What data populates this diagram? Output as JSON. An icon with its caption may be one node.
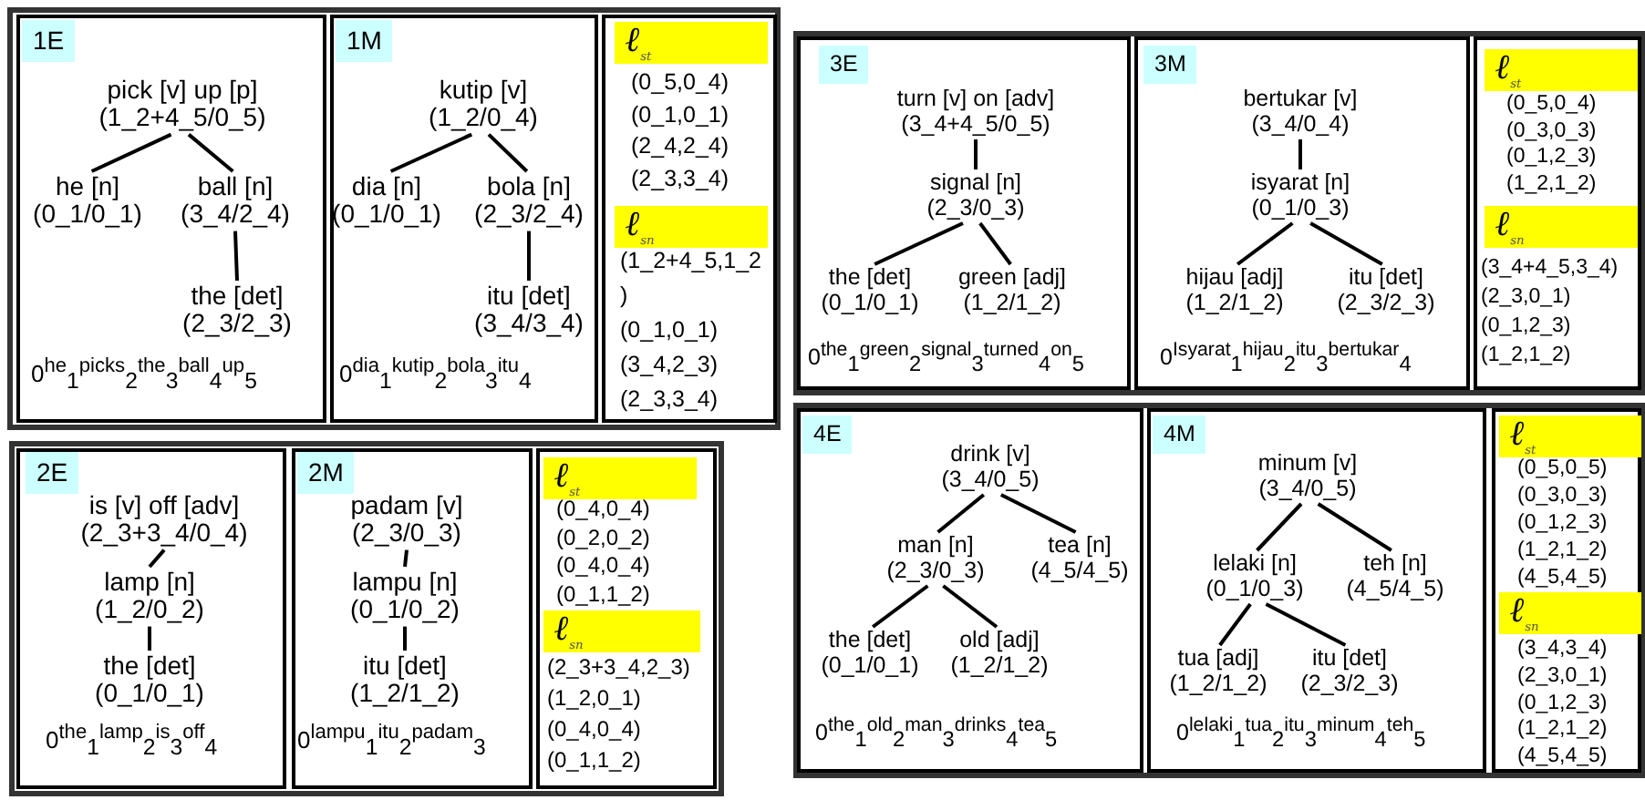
{
  "diagram": {
    "nodes": [
      {
        "text": [],
        "shape": "box"
      },
      {
        "text": [
          "0$^{he}$$_{1}$$^{picks}$$_{2}$$^{the}$$_{3}$$^{ball}$$_{4}$$^{up}$$_{5}$"
        ],
        "in": 0
      },
      {
        "text": [
          "1E"
        ],
        "in": 1
      },
      {
        "text": [
          "pick [v] up [p]",
          "(1_2+4_5/0_5)"
        ],
        "in": 1
      },
      {
        "text": [
          "he [n]",
          "(0_1/0_1)"
        ],
        "in": 1
      },
      {
        "text": [
          "ball [n]",
          "(3_4/2_4)"
        ],
        "in": 1
      },
      {
        "text": [
          "the [det]",
          "(2_3/2_3)"
        ],
        "in": 1
      },
      {
        "text": [
          "0$^{dia}$$_{1}$$^{kutip}$$_{2}$$^{bola}$$_{3}$$^{itu}$$_{4}$"
        ],
        "in": 0
      },
      {
        "text": [
          "1M"
        ],
        "in": 7
      },
      {
        "text": [
          "kutip [v]",
          "(1_2/0_4)"
        ],
        "in": 7
      },
      {
        "text": [
          "dia [n]",
          "(0_1/0_1)"
        ],
        "in": 7
      },
      {
        "text": [
          "bola [n]",
          "(2_3/2_4)"
        ],
        "in": 7
      },
      {
        "text": [
          "itu [det]",
          "(3_4/3_4)"
        ],
        "in": 7
      },
      {
        "text": [],
        "shape": "box",
        "in": 0
      },
      {
        "text": [
          "ℓ$_{st}$"
        ],
        "in": 13,
        "beside": [
          "(0_5,0_4)",
          "(0_1,0_1)",
          "(2_4,2_4)",
          "(2_3,3_4)"
        ]
      },
      {
        "text": [
          "ℓ$_{sn}$"
        ],
        "in": 13,
        "beside": [
          "(1_2+4_5,1_2 )",
          "(0_1,0_1)",
          "(3_4,2_3)",
          "(2_3,3_4)"
        ]
      },
      {
        "text": [],
        "shape": "box"
      },
      {
        "text": [
          "0$^{the}$$_{1}$$^{green}$$_{2}$$^{signal}$$_{3}$$^{turned}$$_{4}$$^{on}$$_{5}$"
        ],
        "in": 16
      },
      {
        "text": [
          "3E"
        ],
        "in": 17
      },
      {
        "text": [
          "turn [v] on [adv]",
          "(3_4+4_5/0_5)"
        ],
        "in": 17
      },
      {
        "text": [
          "signal [n]",
          "(2_3/0_3)"
        ],
        "in": 17
      },
      {
        "text": [
          "the [det]",
          "(0_1/0_1)"
        ],
        "in": 17
      },
      {
        "text": [
          "green [adj]",
          "(1_2/1_2)"
        ],
        "in": 17
      },
      {
        "text": [
          "0$^{Isyarat}$$_{1}$$^{hijau}$$_{2}$$^{itu}$$_{3}$$^{bertukar}$$_{4}$"
        ],
        "in": 16
      },
      {
        "text": [
          "3M"
        ],
        "in": 23
      },
      {
        "text": [
          "bertukar [v]",
          "(3_4/0_4)"
        ],
        "in": 23
      },
      {
        "text": [
          "isyarat [n]",
          "(0_1/0_3)"
        ],
        "in": 23
      },
      {
        "text": [
          "hijau [adj]",
          "(1_2/1_2)"
        ],
        "in": 23
      },
      {
        "text": [
          "itu [det]",
          "(2_3/2_3)"
        ],
        "in": 23
      },
      {
        "text": [],
        "shape": "box",
        "in": 16
      },
      {
        "text": [
          "ℓ$_{st}$"
        ],
        "in": 29,
        "beside": [
          "(0_5,0_4)",
          "(0_3,0_3)",
          "(0_1,2_3)",
          "(1_2,1_2)"
        ]
      },
      {
        "text": [
          "ℓ$_{sn}$"
        ],
        "in": 29,
        "beside": [
          "(3_4+4_5,3_4)",
          "(2_3,0_1)",
          "(0_1,2_3)",
          "(1_2,1_2)"
        ]
      },
      {
        "text": [],
        "shape": "box"
      },
      {
        "text": [
          "0$^{the}$$_{1}$$^{lamp}$$_{2}$$^{is}$$_{3}$$^{off}$$_{4}$"
        ],
        "in": 32
      },
      {
        "text": [
          "2E"
        ],
        "in": 33
      },
      {
        "text": [
          "is [v] off [adv]",
          "(2_3+3_4/0_4)"
        ],
        "in": 33
      },
      {
        "text": [
          "lamp [n]",
          "(1_2/0_2)"
        ],
        "in": 33
      },
      {
        "text": [
          "the [det]",
          "(0_1/0_1)"
        ],
        "in": 33
      },
      {
        "text": [
          "0$^{lampu}$$_{1}$$^{itu}$$_{2}$$^{padam}$$_{3}$"
        ],
        "in": 32
      },
      {
        "text": [
          "2M"
        ],
        "in": 38
      },
      {
        "text": [
          "padam [v]",
          "(2_3/0_3)"
        ],
        "in": 38
      },
      {
        "text": [
          "lampu [n]",
          "(0_1/0_2)"
        ],
        "in": 38
      },
      {
        "text": [
          "itu [det]",
          "(1_2/1_2)"
        ],
        "in": 38
      },
      {
        "text": [],
        "shape": "box",
        "in": 32
      },
      {
        "text": [
          "ℓ$_{st}$"
        ],
        "in": 43,
        "beside": [
          "(0_4,0_4)",
          "(0_2,0_2)",
          "(0_4,0_4)",
          "(0_1,1_2)"
        ]
      },
      {
        "text": [
          "ℓ$_{sn}$"
        ],
        "in": 43,
        "beside": [
          "(2_3+3_4,2_3)",
          "(1_2,0_1)",
          "(0_4,0_4)",
          "(0_1,1_2)"
        ]
      },
      {
        "text": [],
        "shape": "box"
      },
      {
        "text": [
          "0$^{the}$$_{1}$$^{old}$$_{2}$$^{man}$$_{3}$$^{drinks}$$_{4}$$^{tea}$$_{5}$"
        ],
        "in": 46
      },
      {
        "text": [
          "4E"
        ],
        "in": 47
      },
      {
        "text": [
          "drink [v]",
          "(3_4/0_5)"
        ],
        "in": 47
      },
      {
        "text": [
          "man [n]",
          "(2_3/0_3)"
        ],
        "in": 47
      },
      {
        "text": [
          "tea [n]",
          "(4_5/4_5)"
        ],
        "in": 47
      },
      {
        "text": [
          "the [det]",
          "(0_1/0_1)"
        ],
        "in": 47
      },
      {
        "text": [
          "old [adj]",
          "(1_2/1_2)"
        ],
        "in": 47
      },
      {
        "text": [
          "0$^{lelaki}$$_{1}$$^{tua}$$_{2}$$^{itu}$$_{3}$$^{minum}$$_{4}$$^{teh}$$_{5}$"
        ],
        "in": 46
      },
      {
        "text": [
          "4M"
        ],
        "in": 54
      },
      {
        "text": [
          "minum [v]",
          "(3_4/0_5)"
        ],
        "in": 54
      },
      {
        "text": [
          "lelaki [n]",
          "(0_1/0_3)"
        ],
        "in": 54
      },
      {
        "text": [
          "teh [n]",
          "(4_5/4_5)"
        ],
        "in": 54
      },
      {
        "text": [
          "tua [adj]",
          "(1_2/1_2)"
        ],
        "in": 54
      },
      {
        "text": [
          "itu [det]",
          "(2_3/2_3)"
        ],
        "in": 54
      },
      {
        "text": [],
        "shape": "box",
        "in": 46
      },
      {
        "text": [
          "ℓ$_{st}$"
        ],
        "in": 61,
        "beside": [
          "(0_5,0_5)",
          "(0_3,0_3)",
          "(0_1,2_3)",
          "(1_2,1_2)",
          "(4_5,4_5)"
        ]
      },
      {
        "text": [
          "ℓ$_{sn}$"
        ],
        "in": 61,
        "beside": [
          "(3_4,3_4)",
          "(2_3,0_1)",
          "(0_1,2_3)",
          "(1_2,1_2)",
          "(4_5,4_5)"
        ]
      }
    ],
    "edges": [
      {
        "from": 3,
        "to": 4,
        "arrow": "none"
      },
      {
        "from": 3,
        "to": 5,
        "arrow": "none"
      },
      {
        "from": 5,
        "to": 6,
        "arrow": "none"
      },
      {
        "from": 9,
        "to": 10,
        "arrow": "none"
      },
      {
        "from": 9,
        "to": 11,
        "arrow": "none"
      },
      {
        "from": 11,
        "to": 12,
        "arrow": "none"
      },
      {
        "from": 19,
        "to": 20,
        "arrow": "none"
      },
      {
        "from": 20,
        "to": 21,
        "arrow": "none"
      },
      {
        "from": 20,
        "to": 22,
        "arrow": "none"
      },
      {
        "from": 25,
        "to": 26,
        "arrow": "none"
      },
      {
        "from": 26,
        "to": 27,
        "arrow": "none"
      },
      {
        "from": 26,
        "to": 28,
        "arrow": "none"
      },
      {
        "from": 35,
        "to": 36,
        "arrow": "none"
      },
      {
        "from": 36,
        "to": 37,
        "arrow": "none"
      },
      {
        "from": 40,
        "to": 41,
        "arrow": "none"
      },
      {
        "from": 41,
        "to": 42,
        "arrow": "none"
      },
      {
        "from": 49,
        "to": 50,
        "arrow": "none"
      },
      {
        "from": 49,
        "to": 51,
        "arrow": "none"
      },
      {
        "from": 50,
        "to": 52,
        "arrow": "none"
      },
      {
        "from": 50,
        "to": 53,
        "arrow": "none"
      },
      {
        "from": 56,
        "to": 57,
        "arrow": "none"
      },
      {
        "from": 56,
        "to": 58,
        "arrow": "none"
      },
      {
        "from": 57,
        "to": 59,
        "arrow": "none"
      },
      {
        "from": 57,
        "to": 60,
        "arrow": "none"
      }
    ]
  }
}
